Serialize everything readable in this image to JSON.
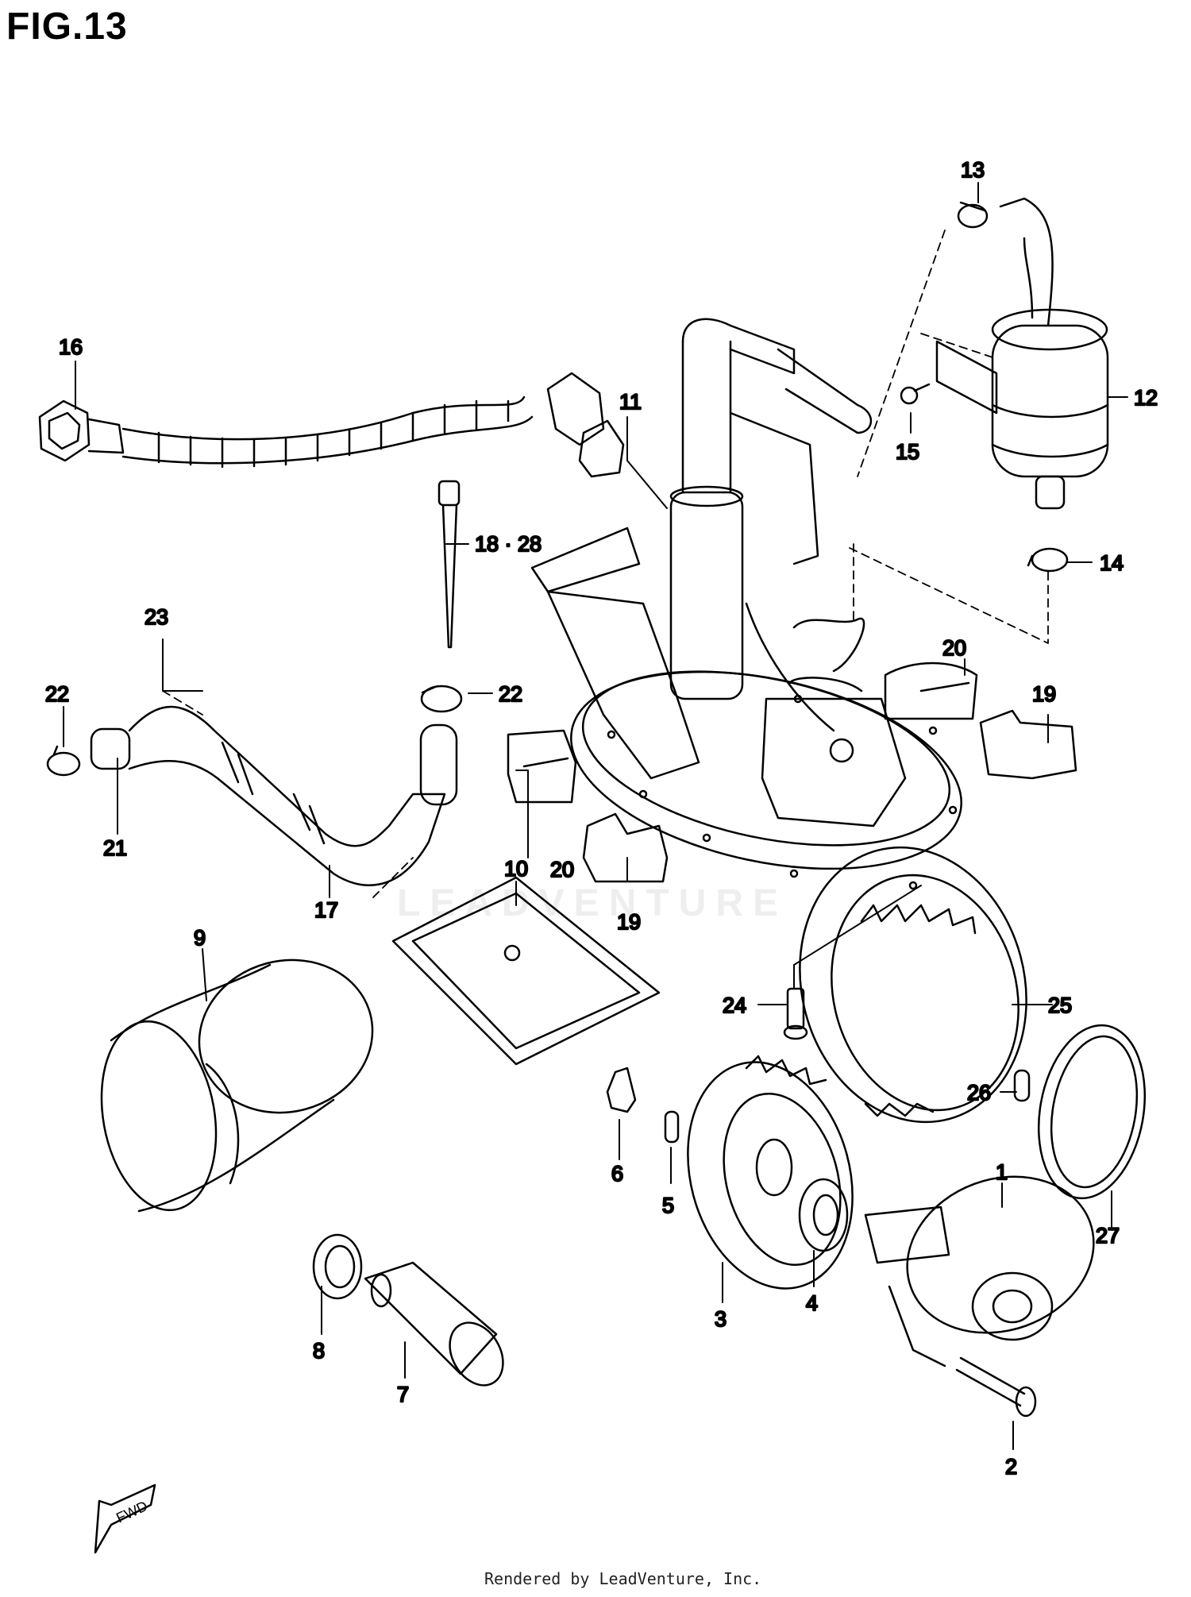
{
  "title": "FIG.13",
  "footer": "Rendered by LeadVenture, Inc.",
  "watermark": "LEADVENTURE",
  "fwd_label": "FWD",
  "labels": {
    "p1": "1",
    "p2": "2",
    "p3": "3",
    "p4": "4",
    "p5": "5",
    "p6": "6",
    "p7": "7",
    "p8": "8",
    "p9": "9",
    "p10": "10",
    "p11": "11",
    "p12": "12",
    "p13": "13",
    "p14": "14",
    "p15": "15",
    "p16": "16",
    "p17": "17",
    "p18_28": "18 · 28",
    "p19a": "19",
    "p19b": "19",
    "p20a": "20",
    "p20b": "20",
    "p21": "21",
    "p22a": "22",
    "p22b": "22",
    "p23": "23",
    "p24": "24",
    "p25": "25",
    "p26": "26",
    "p27": "27"
  }
}
